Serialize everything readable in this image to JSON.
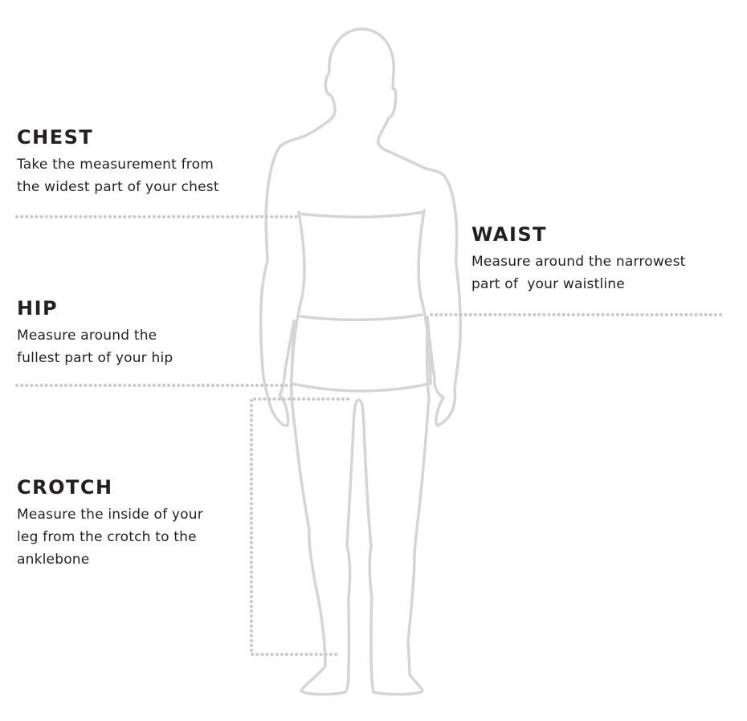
{
  "measurements": {
    "chest": {
      "title": "CHEST",
      "description": "Take the measurement from\nthe widest part of your chest"
    },
    "waist": {
      "title": "WAIST",
      "description": "Measure around the narrowest\npart of  your waistline"
    },
    "hip": {
      "title": "HIP",
      "description": "Measure around the\nfullest part of your hip"
    },
    "crotch": {
      "title": "CROTCH",
      "description": "Measure the inside of your\nleg from the crotch to the\nanklebone"
    }
  },
  "colors": {
    "text": "#231f20",
    "outline": "#d4d5d6",
    "guide": "#c8c9ca"
  }
}
